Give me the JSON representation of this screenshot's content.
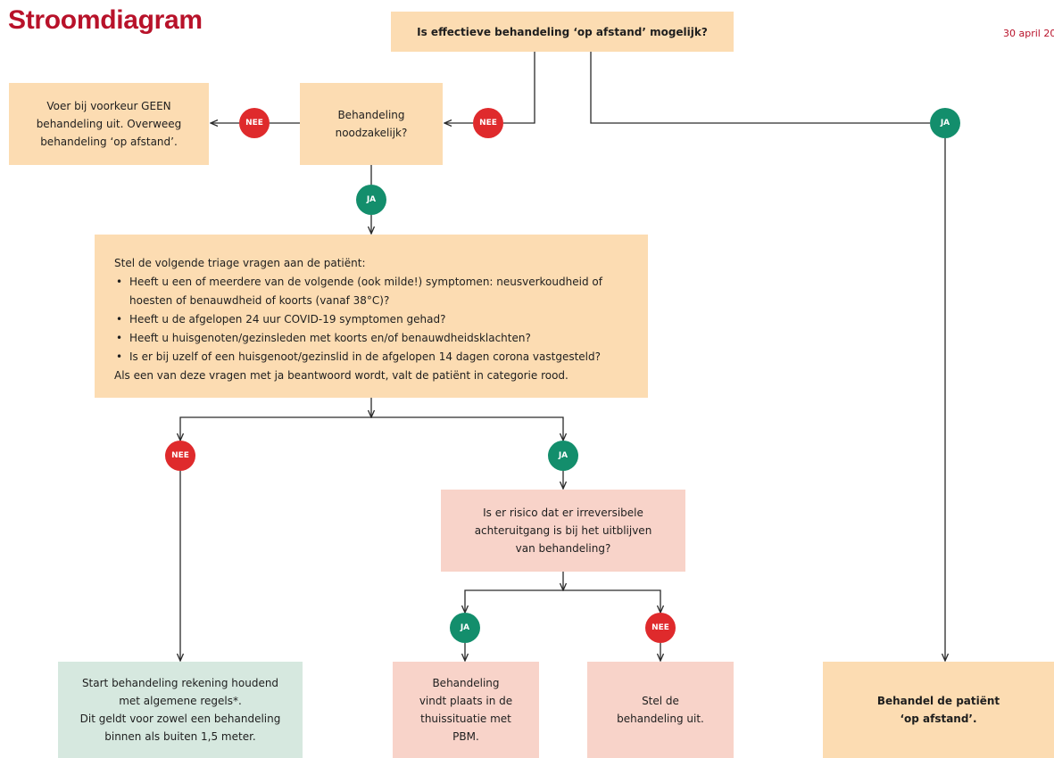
{
  "header": {
    "title": "Stroomdiagram",
    "date": "30 april 20"
  },
  "colors": {
    "title": "#b8122a",
    "box_peach": "#fcdcb2",
    "box_pink": "#f8d3c9",
    "box_mint": "#d6e8df",
    "nee_circle": "#df2a2c",
    "ja_circle": "#138e6c",
    "connector": "#2a2a2a"
  },
  "labels": {
    "ja": "JA",
    "nee": "NEE"
  },
  "nodes": {
    "q_remote": "Is effectieve behandeling ‘op afstand’ mogelijk?",
    "q_necessary": [
      "Behandeling",
      "noodzakelijk?"
    ],
    "no_treatment": [
      "Voer bij voorkeur GEEN",
      "behandeling uit. Overweeg",
      "behandeling ‘op afstand’."
    ],
    "triage": {
      "intro": "Stel de volgende triage vragen aan de patiënt:",
      "questions": [
        "Heeft u een of meerdere van de volgende (ook milde!) symptomen: neusverkoudheid of",
        "hoesten of benauwdheid of koorts (vanaf 38°C)?",
        "Heeft u de afgelopen 24 uur COVID-19 symptomen gehad?",
        "Heeft u huisgenoten/gezinsleden met koorts en/of benauwdheidsklachten?",
        "Is er bij uzelf of een huisgenoot/gezinslid in de afgelopen 14 dagen corona vastgesteld?"
      ],
      "outro": "Als een van deze vragen met ja beantwoord wordt, valt de patiënt in categorie rood."
    },
    "q_risk": [
      "Is er risico dat er irreversibele",
      "achteruitgang is bij het uitblijven",
      "van behandeling?"
    ],
    "start_treatment": [
      "Start behandeling rekening houdend",
      "met algemene regels*.",
      "Dit geldt voor zowel een behandeling",
      "binnen als buiten 1,5 meter."
    ],
    "home_treatment": [
      "Behandeling",
      "vindt plaats in de",
      "thuissituatie met",
      "PBM."
    ],
    "postpone": [
      "Stel de",
      "behandeling uit."
    ],
    "treat_remote": [
      "Behandel de patiënt",
      "‘op afstand’."
    ]
  }
}
